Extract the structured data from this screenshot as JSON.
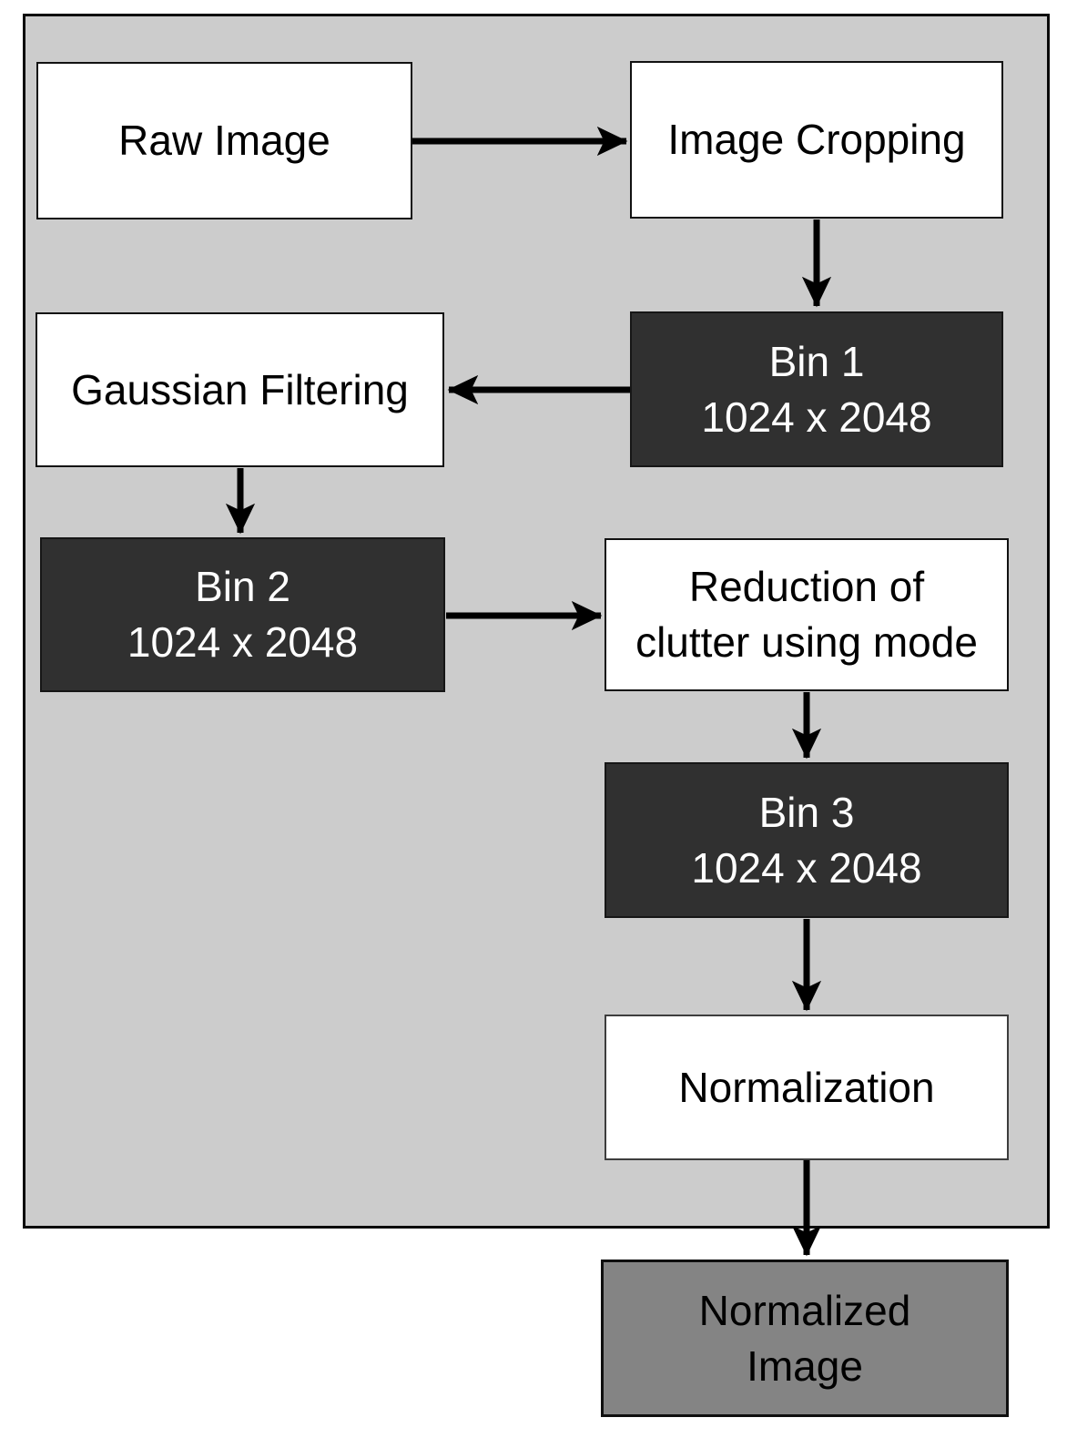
{
  "diagram": {
    "type": "flowchart",
    "title": "",
    "nodes": [
      {
        "id": "raw-image",
        "style": "white",
        "lines": [
          "Raw Image"
        ]
      },
      {
        "id": "image-cropping",
        "style": "white",
        "lines": [
          "Image Cropping"
        ]
      },
      {
        "id": "bin-1",
        "style": "dark",
        "lines": [
          "Bin 1",
          "1024 x 2048"
        ]
      },
      {
        "id": "gaussian-filtering",
        "style": "white",
        "lines": [
          "Gaussian Filtering"
        ]
      },
      {
        "id": "bin-2",
        "style": "dark",
        "lines": [
          "Bin 2",
          "1024 x 2048"
        ]
      },
      {
        "id": "reduction-clutter",
        "style": "white",
        "lines": [
          "Reduction of",
          "clutter using mode"
        ]
      },
      {
        "id": "bin-3",
        "style": "dark",
        "lines": [
          "Bin 3",
          "1024 x 2048"
        ]
      },
      {
        "id": "normalization",
        "style": "white",
        "lines": [
          "Normalization"
        ]
      },
      {
        "id": "normalized-image",
        "style": "gray",
        "lines": [
          "Normalized",
          "Image"
        ]
      }
    ],
    "edges": [
      {
        "from": "raw-image",
        "to": "image-cropping"
      },
      {
        "from": "image-cropping",
        "to": "bin-1"
      },
      {
        "from": "bin-1",
        "to": "gaussian-filtering"
      },
      {
        "from": "gaussian-filtering",
        "to": "bin-2"
      },
      {
        "from": "bin-2",
        "to": "reduction-clutter"
      },
      {
        "from": "reduction-clutter",
        "to": "bin-3"
      },
      {
        "from": "bin-3",
        "to": "normalization"
      },
      {
        "from": "normalization",
        "to": "normalized-image"
      }
    ],
    "colors": {
      "page_background": "#ffffff",
      "container_fill": "#cccccc",
      "white_node_fill": "#ffffff",
      "dark_node_fill": "#303030",
      "gray_node_fill": "#848484",
      "border": "#0a0a0a",
      "arrow": "#000000",
      "text_on_dark": "#ffffff",
      "text_on_light": "#000000"
    }
  }
}
